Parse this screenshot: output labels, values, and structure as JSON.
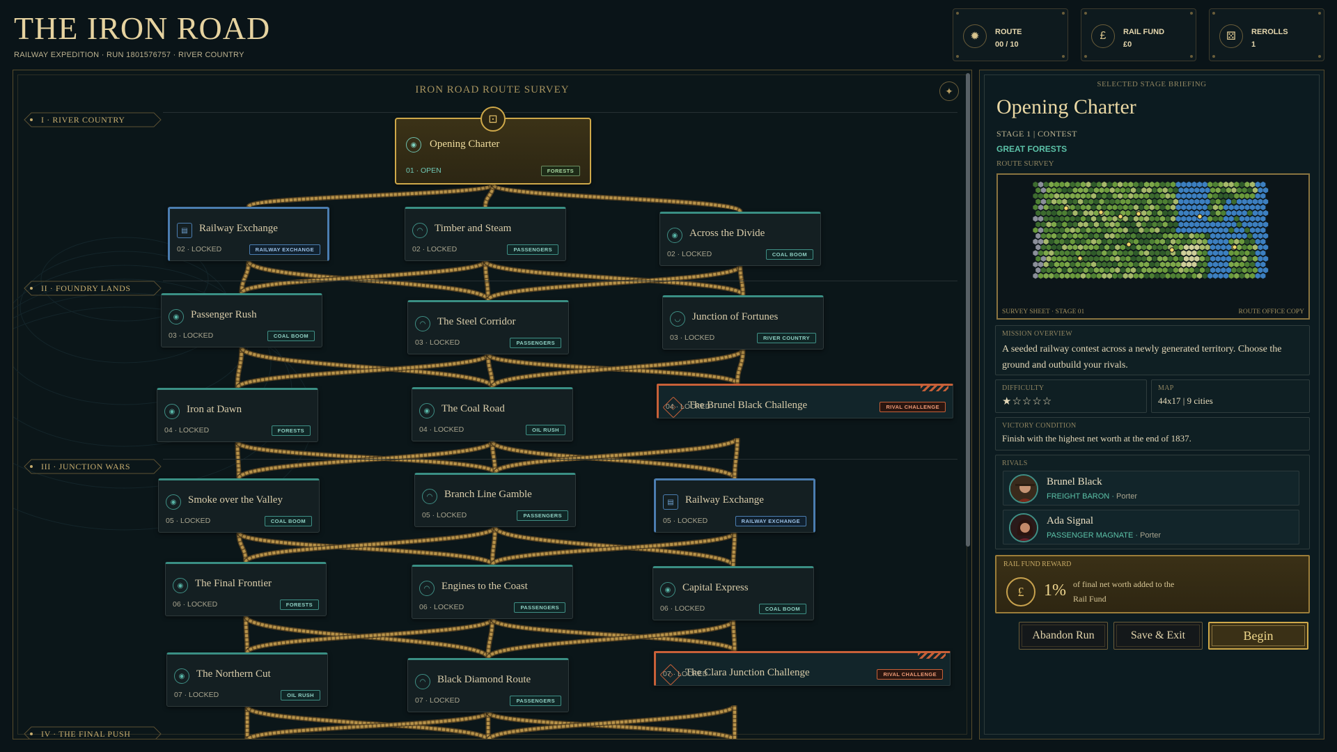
{
  "header": {
    "title": "THE IRON ROAD",
    "subtitle": "RAILWAY EXPEDITION · RUN 1801576757 · RIVER COUNTRY"
  },
  "stats": [
    {
      "label": "ROUTE",
      "value": "00 / 10",
      "icon": "gear-icon"
    },
    {
      "label": "RAIL FUND",
      "value": "£0",
      "icon": "pound-coin-icon"
    },
    {
      "label": "REROLLS",
      "value": "1",
      "icon": "die-icon"
    }
  ],
  "map": {
    "title": "IRON ROAD ROUTE SURVEY",
    "regions": [
      {
        "label": "I · RIVER COUNTRY"
      },
      {
        "label": "II · FOUNDRY LANDS"
      },
      {
        "label": "III · JUNCTION WARS"
      },
      {
        "label": "IV · THE FINAL PUSH"
      }
    ],
    "nodes": [
      {
        "name": "Opening Charter",
        "status": "01 · OPEN",
        "tag": "FORESTS",
        "kind": "open"
      },
      {
        "name": "Railway Exchange",
        "status": "02 · LOCKED",
        "tag": "RAILWAY EXCHANGE",
        "kind": "exchange"
      },
      {
        "name": "Timber and Steam",
        "status": "02 · LOCKED",
        "tag": "PASSENGERS",
        "kind": "normal"
      },
      {
        "name": "Across the Divide",
        "status": "02 · LOCKED",
        "tag": "COAL BOOM",
        "kind": "normal"
      },
      {
        "name": "Passenger Rush",
        "status": "03 · LOCKED",
        "tag": "COAL BOOM",
        "kind": "normal"
      },
      {
        "name": "The Steel Corridor",
        "status": "03 · LOCKED",
        "tag": "PASSENGERS",
        "kind": "normal"
      },
      {
        "name": "Junction of Fortunes",
        "status": "03 · LOCKED",
        "tag": "RIVER COUNTRY",
        "kind": "normal"
      },
      {
        "name": "Iron at Dawn",
        "status": "04 · LOCKED",
        "tag": "FORESTS",
        "kind": "normal"
      },
      {
        "name": "The Coal Road",
        "status": "04 · LOCKED",
        "tag": "OIL RUSH",
        "kind": "normal"
      },
      {
        "name": "The Brunel Black Challenge",
        "status": "04 · LOCKED",
        "tag": "RIVAL CHALLENGE",
        "kind": "rival"
      },
      {
        "name": "Smoke over the Valley",
        "status": "05 · LOCKED",
        "tag": "COAL BOOM",
        "kind": "normal"
      },
      {
        "name": "Branch Line Gamble",
        "status": "05 · LOCKED",
        "tag": "PASSENGERS",
        "kind": "normal"
      },
      {
        "name": "Railway Exchange",
        "status": "05 · LOCKED",
        "tag": "RAILWAY EXCHANGE",
        "kind": "exchange"
      },
      {
        "name": "The Final Frontier",
        "status": "06 · LOCKED",
        "tag": "FORESTS",
        "kind": "normal"
      },
      {
        "name": "Engines to the Coast",
        "status": "06 · LOCKED",
        "tag": "PASSENGERS",
        "kind": "normal"
      },
      {
        "name": "Capital Express",
        "status": "06 · LOCKED",
        "tag": "COAL BOOM",
        "kind": "normal"
      },
      {
        "name": "The Northern Cut",
        "status": "07 · LOCKED",
        "tag": "OIL RUSH",
        "kind": "normal"
      },
      {
        "name": "Black Diamond Route",
        "status": "07 · LOCKED",
        "tag": "PASSENGERS",
        "kind": "normal"
      },
      {
        "name": "The Clara Junction Challenge",
        "status": "07 · LOCKED",
        "tag": "RIVAL CHALLENGE",
        "kind": "rival"
      }
    ]
  },
  "briefing": {
    "kicker": "SELECTED STAGE BRIEFING",
    "title": "Opening Charter",
    "stage": "STAGE 1 | CONTEST",
    "terrain": "GREAT FORESTS",
    "survey_label": "ROUTE SURVEY",
    "survey_caption_left": "SURVEY SHEET · STAGE 01",
    "survey_caption_right": "ROUTE OFFICE COPY",
    "overview_label": "MISSION OVERVIEW",
    "overview_text": "A seeded railway contest across a newly generated territory. Choose the ground and outbuild your rivals.",
    "difficulty_label": "DIFFICULTY",
    "difficulty": 1,
    "difficulty_max": 5,
    "map_label": "MAP",
    "map_value": "44x17 | 9 cities",
    "victory_label": "VICTORY CONDITION",
    "victory_text": "Finish with the highest net worth at the end of 1837.",
    "rivals_label": "RIVALS",
    "rivals": [
      {
        "name": "Brunel Black",
        "title": "FREIGHT BARON",
        "level": "Porter"
      },
      {
        "name": "Ada Signal",
        "title": "PASSENGER MAGNATE",
        "level": "Porter"
      }
    ],
    "reward_label": "RAIL FUND REWARD",
    "reward_coin": "£",
    "reward_pct": "1%",
    "reward_text": "of final net worth added to the Rail Fund",
    "buttons": {
      "abandon": "Abandon Run",
      "save": "Save & Exit",
      "begin": "Begin"
    }
  },
  "colors": {
    "gold": "#cfa94a",
    "teal": "#3a8f84",
    "exchange": "#4b7db0",
    "rival": "#c86038",
    "track": "#b8934a"
  }
}
